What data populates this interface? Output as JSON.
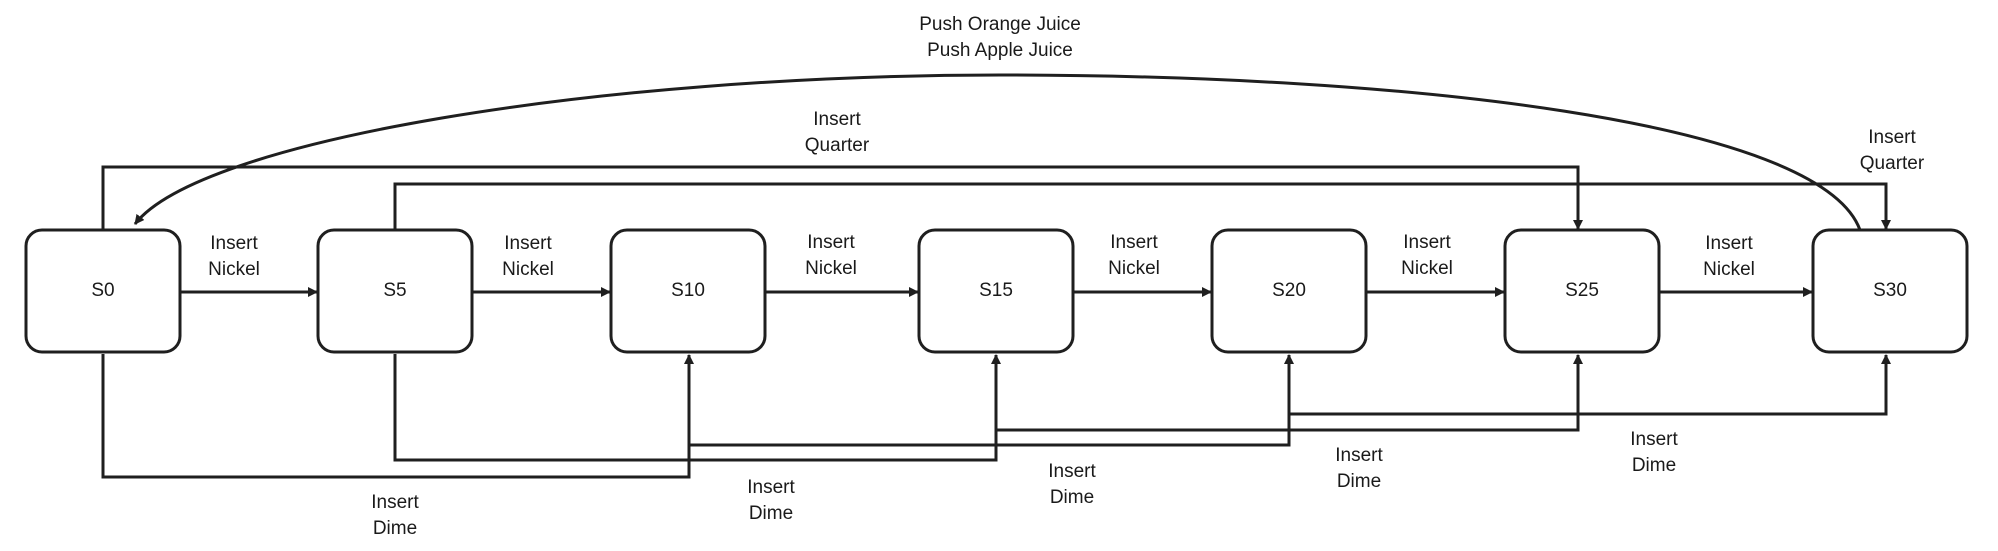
{
  "states": {
    "s0": "S0",
    "s5": "S5",
    "s10": "S10",
    "s15": "S15",
    "s20": "S20",
    "s25": "S25",
    "s30": "S30"
  },
  "edges": {
    "push_juice": [
      "Push Orange Juice",
      "Push Apple Juice"
    ],
    "nickel_s0_s5": [
      "Insert",
      "Nickel"
    ],
    "nickel_s5_s10": [
      "Insert",
      "Nickel"
    ],
    "nickel_s10_s15": [
      "Insert",
      "Nickel"
    ],
    "nickel_s15_s20": [
      "Insert",
      "Nickel"
    ],
    "nickel_s20_s25": [
      "Insert",
      "Nickel"
    ],
    "nickel_s25_s30": [
      "Insert",
      "Nickel"
    ],
    "quarter_s0_s25": [
      "Insert",
      "Quarter"
    ],
    "quarter_s5_s30": [
      "Insert",
      "Quarter"
    ],
    "dime_s0_s10": [
      "Insert",
      "Dime"
    ],
    "dime_s5_s15": [
      "Insert",
      "Dime"
    ],
    "dime_s10_s20": [
      "Insert",
      "Dime"
    ],
    "dime_s15_s25": [
      "Insert",
      "Dime"
    ],
    "dime_s20_s30": [
      "Insert",
      "Dime"
    ]
  },
  "colors": {
    "line": "#1f1f1f",
    "text": "#1a1a1a",
    "background": "#ffffff"
  }
}
